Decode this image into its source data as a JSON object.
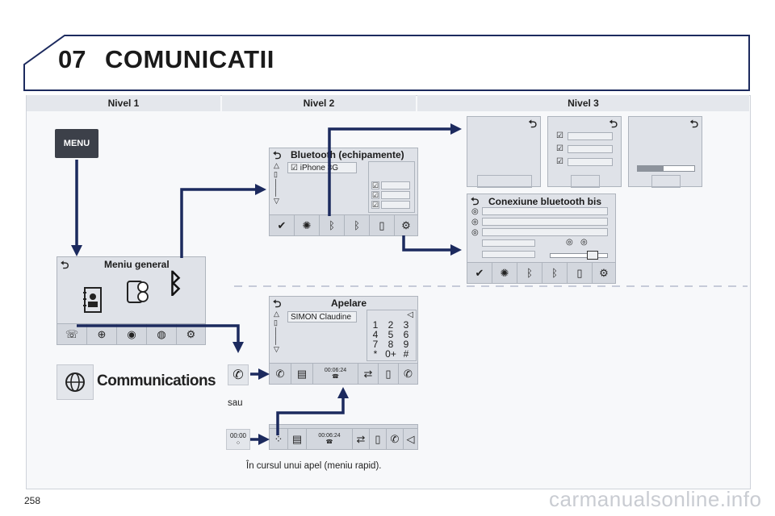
{
  "header": {
    "chapter_number": "07",
    "chapter_title": "COMUNICATII"
  },
  "columns": [
    "Nivel 1",
    "Nivel 2",
    "Nivel 3"
  ],
  "level1": {
    "menu_button": "MENU",
    "general_menu_title": "Meniu general",
    "communications_label": "Communications"
  },
  "level2": {
    "bluetooth_title": "Bluetooth (echipamente)",
    "bluetooth_device": "iPhone 3G",
    "call_title": "Apelare",
    "call_contact": "SIMON Claudine",
    "keypad": [
      "1",
      "2",
      "3",
      "4",
      "5",
      "6",
      "7",
      "8",
      "9",
      "*",
      "0+",
      "#"
    ],
    "call_timer": "00:06:24",
    "or_label": "sau",
    "quick_call_timer": "00:00",
    "quick_bar_timer": "00:06:24",
    "caption": "În cursul unui apel (meniu rapid)."
  },
  "level3": {
    "bluetooth_connection_title": "Conexiune bluetooth bis"
  },
  "footer": {
    "page_number": "258",
    "watermark": "carmanualsonline.info"
  },
  "colors": {
    "arrow": "#1c2a5e",
    "header_border": "#1c2a5e"
  }
}
